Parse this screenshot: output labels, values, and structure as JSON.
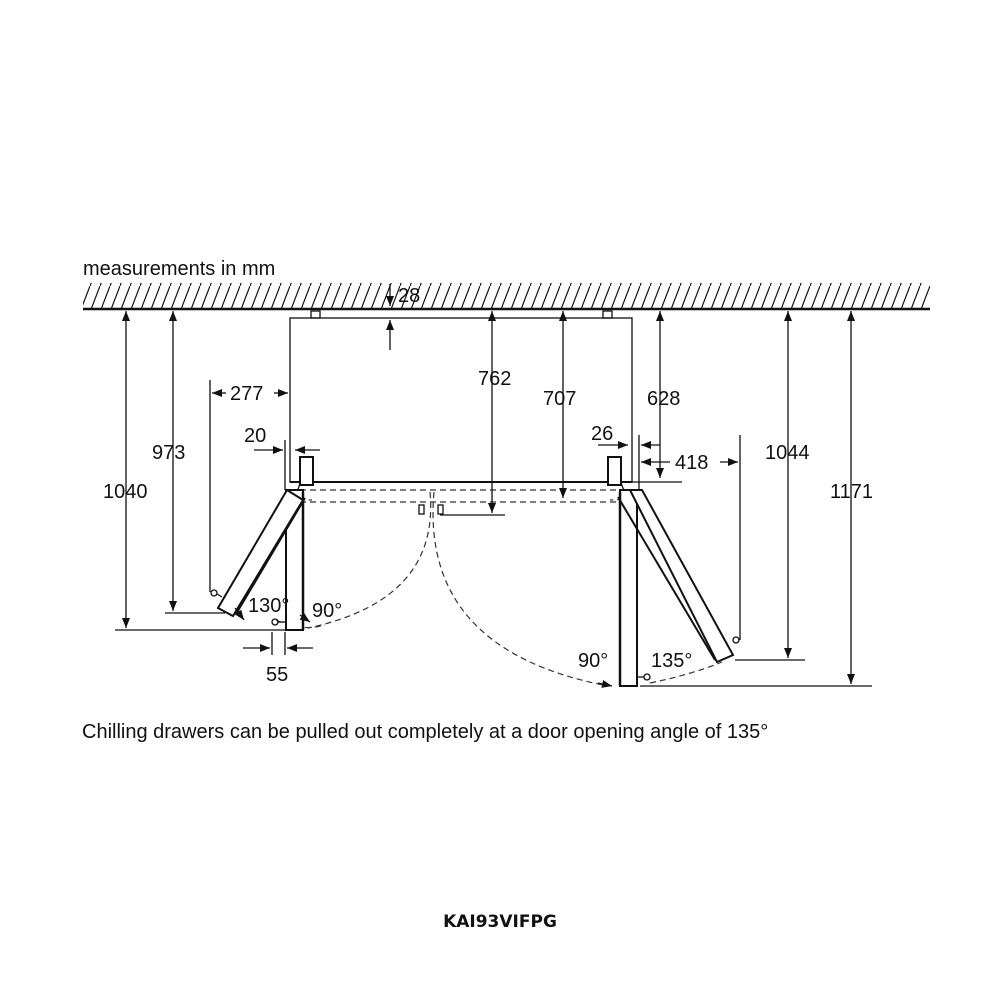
{
  "header": {
    "units_note": "measurements in mm"
  },
  "dimensions": {
    "wall_gap": "28",
    "d1040": "1040",
    "d973": "973",
    "d277": "277",
    "d20": "20",
    "d762": "762",
    "d707": "707",
    "d628": "628",
    "d26": "26",
    "d418": "418",
    "d1044": "1044",
    "d1171": "1171",
    "d55": "55"
  },
  "angles": {
    "left_open": "130°",
    "left_90": "90°",
    "right_90": "90°",
    "right_open": "135°"
  },
  "caption": "Chilling drawers can be pulled out completely at a door opening angle of 135°",
  "model": "KAI93VIFPG"
}
